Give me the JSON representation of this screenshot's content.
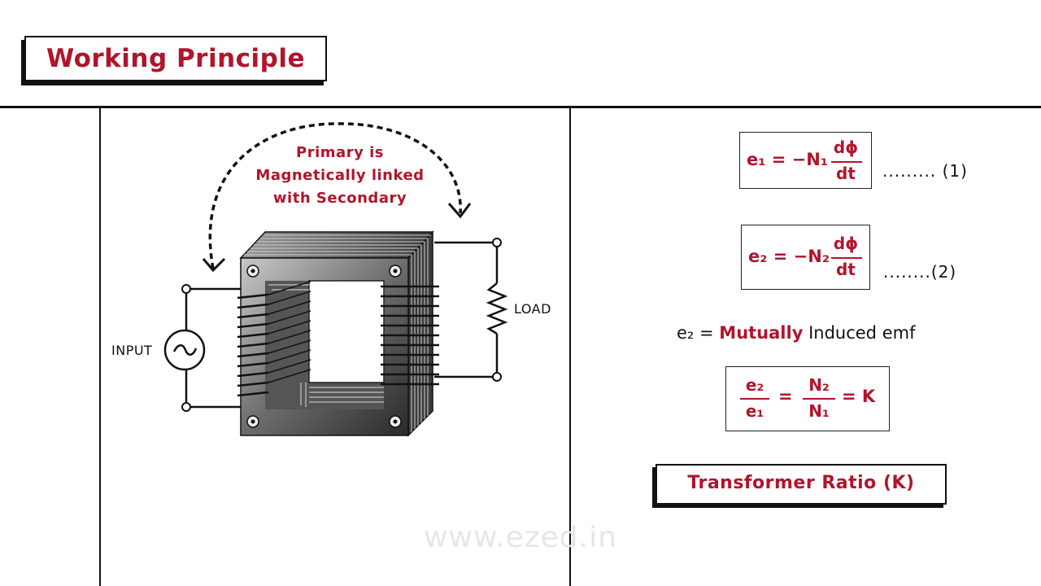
{
  "header": {
    "title": "Working Principle"
  },
  "diagram": {
    "caption_lines": [
      "Primary is",
      "Magnetically  linked",
      "with Secondary"
    ],
    "input_label": "INPUT",
    "load_label": "LOAD",
    "source_symbol": "~"
  },
  "equations": {
    "eq1": {
      "lhs": "e₁ = −N₁",
      "num": "dϕ",
      "den": "dt",
      "dots": "......... (1)"
    },
    "eq2": {
      "lhs": "e₂ = −N₂",
      "num": "dϕ",
      "den": "dt",
      "dots": "........(2)"
    },
    "mutual": {
      "symbol": "e₂ =",
      "highlight": "Mutually",
      "rest": "Induced emf"
    },
    "ratio": {
      "num1": "e₂",
      "den1": "e₁",
      "eq": "=",
      "num2": "N₂",
      "den2": "N₁",
      "result": "= K"
    },
    "ratio_label": "Transformer Ratio (K)"
  },
  "footer": {
    "watermark": "www.ezed.in"
  },
  "colors": {
    "accent": "#b0152b",
    "ink": "#111111"
  }
}
